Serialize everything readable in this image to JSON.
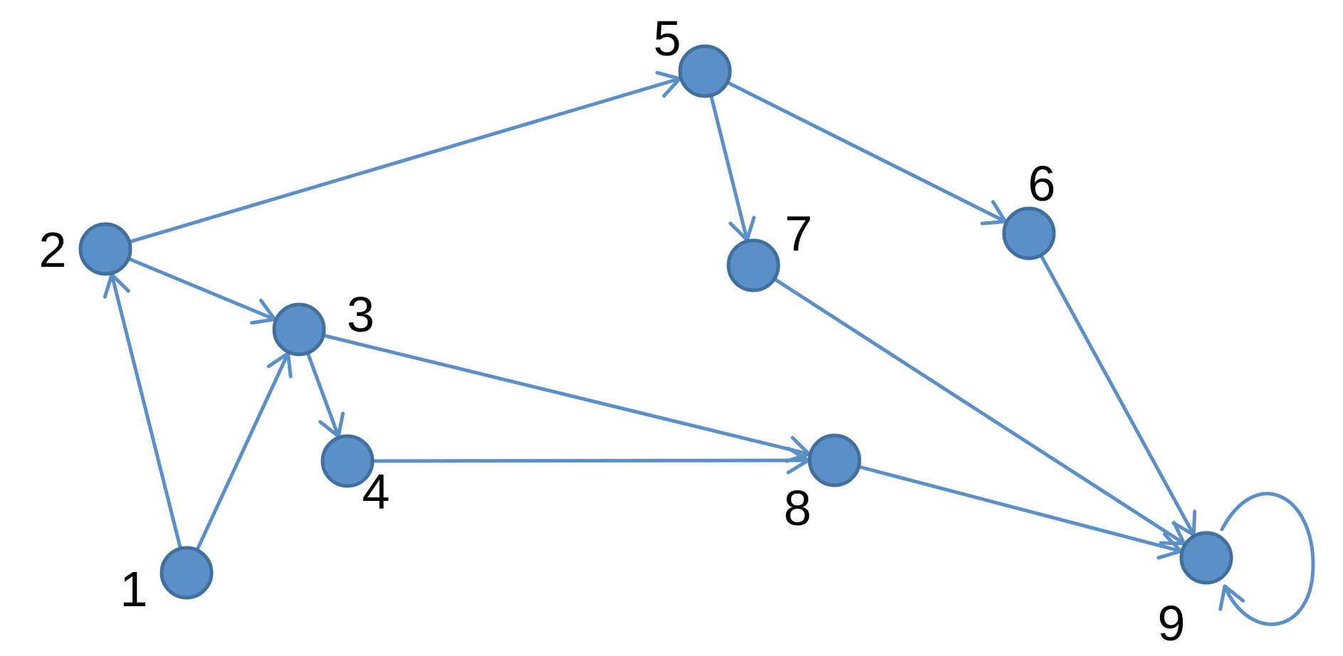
{
  "diagram": {
    "type": "directed-graph",
    "colors": {
      "node_fill": "#5b8fc8",
      "node_stroke": "#41709f",
      "edge": "#5b8fc8",
      "label": "#000000"
    },
    "nodes": [
      {
        "id": "1",
        "label": "1"
      },
      {
        "id": "2",
        "label": "2"
      },
      {
        "id": "3",
        "label": "3"
      },
      {
        "id": "4",
        "label": "4"
      },
      {
        "id": "5",
        "label": "5"
      },
      {
        "id": "6",
        "label": "6"
      },
      {
        "id": "7",
        "label": "7"
      },
      {
        "id": "8",
        "label": "8"
      },
      {
        "id": "9",
        "label": "9"
      }
    ],
    "edges": [
      {
        "from": "1",
        "to": "2"
      },
      {
        "from": "1",
        "to": "3"
      },
      {
        "from": "2",
        "to": "3"
      },
      {
        "from": "2",
        "to": "5"
      },
      {
        "from": "3",
        "to": "4"
      },
      {
        "from": "3",
        "to": "8"
      },
      {
        "from": "4",
        "to": "8"
      },
      {
        "from": "5",
        "to": "7"
      },
      {
        "from": "5",
        "to": "6"
      },
      {
        "from": "6",
        "to": "9"
      },
      {
        "from": "7",
        "to": "9"
      },
      {
        "from": "8",
        "to": "9"
      },
      {
        "from": "9",
        "to": "9"
      }
    ]
  }
}
